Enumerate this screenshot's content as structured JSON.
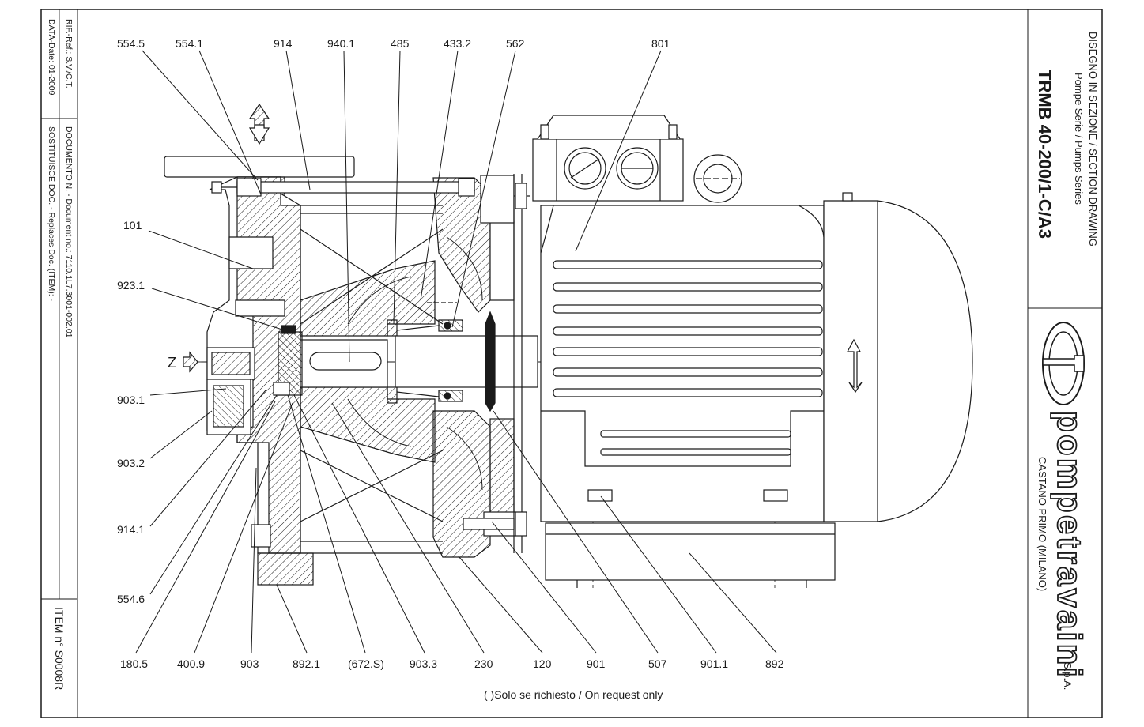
{
  "title_block": {
    "drawing_type": "DISEGNO IN SEZIONE / SECTION DRAWING",
    "series": "Pompe Serie / Pumps Series",
    "model": "TRMB 40-200/1-C/A3",
    "brand": "pompetravaini",
    "company_suffix": "S.p.A.",
    "location": "CASTANO PRIMO (MILANO)"
  },
  "side_strip": {
    "ref": "RIF.-Ref.:  S.V./C.T.",
    "date": "DATA-Date: 01-2009",
    "document": "DOCUMENTO N. - Document no.: 7110.1L7.3001-002.01",
    "replaces": "SOSTITUISCE DOC. - Replaces Doc. (ITEM): -",
    "item": "ITEM n° S0008R"
  },
  "view_label": "Z",
  "footnote": "( )Solo se richiesto / On request only",
  "parts": {
    "top": [
      "554.5",
      "554.1",
      "914",
      "940.1",
      "485",
      "433.2",
      "562",
      "801"
    ],
    "left": [
      "101",
      "923.1",
      "903.1",
      "903.2",
      "914.1",
      "554.6"
    ],
    "bottom": [
      "180.5",
      "400.9",
      "903",
      "892.1",
      "(672.S)",
      "903.3",
      "230",
      "120",
      "901",
      "507",
      "901.1",
      "892"
    ]
  },
  "colors": {
    "line": "#1a1a1a",
    "background": "#ffffff"
  }
}
